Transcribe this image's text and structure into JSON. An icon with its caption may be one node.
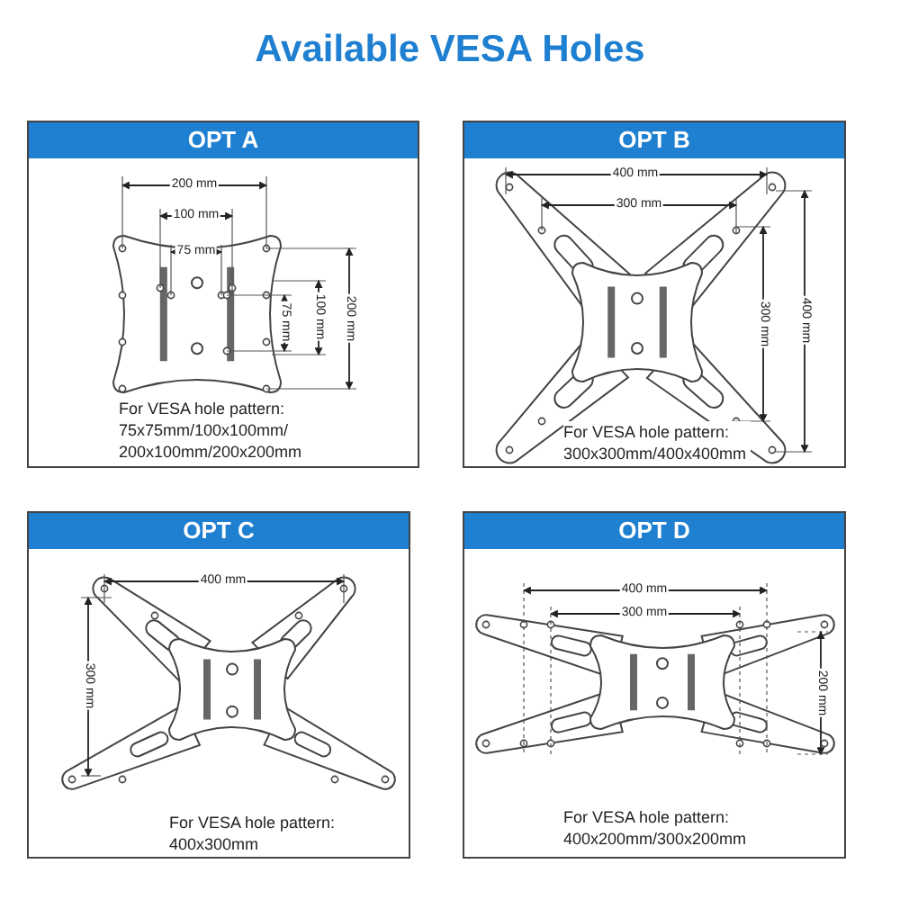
{
  "diagram": {
    "title": "Available VESA Holes",
    "nodes": [
      {
        "text": [
          "OPT A",
          "For VESA hole pattern: 75x75mm/100x100mm/ 200x100mm/200x200mm"
        ]
      },
      {
        "text": [
          "OPT B",
          "For VESA hole pattern: 300x300mm/400x400mm"
        ]
      },
      {
        "text": [
          "OPT C",
          "For VESA hole pattern: 400x300mm"
        ]
      },
      {
        "text": [
          "OPT D",
          "For VESA hole pattern: 400x200mm/300x200mm"
        ]
      }
    ],
    "labels": [
      "200 mm",
      "100 mm",
      "75 mm",
      "75 mm",
      "100 mm",
      "200 mm",
      "400 mm",
      "300 mm",
      "300 mm",
      "400 mm",
      "400 mm",
      "300 mm",
      "400 mm",
      "300 mm",
      "200 mm"
    ]
  }
}
